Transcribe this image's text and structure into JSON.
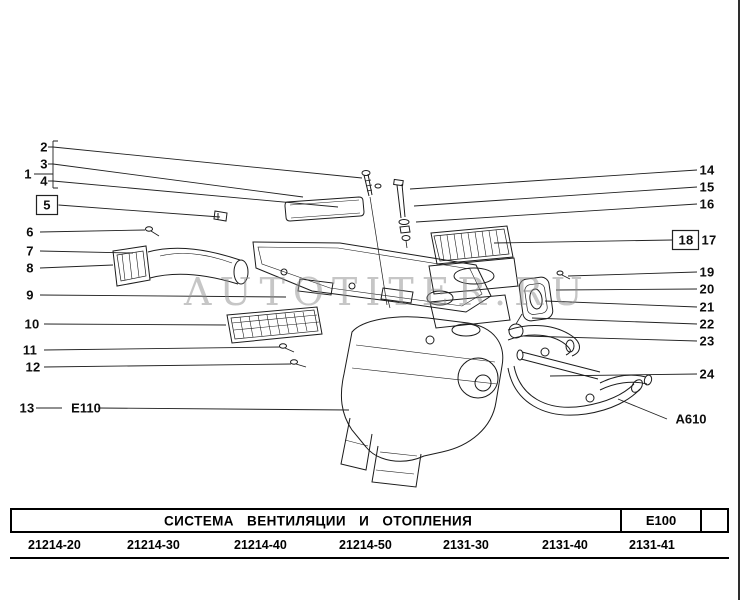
{
  "watermark": "AUTOTITER.RU",
  "callouts": [
    "1",
    "2",
    "3",
    "4",
    "5",
    "6",
    "7",
    "8",
    "9",
    "10",
    "11",
    "12",
    "13",
    "14",
    "15",
    "16",
    "17",
    "18",
    "19",
    "20",
    "21",
    "22",
    "23",
    "24"
  ],
  "labels": {
    "e110": "Е110",
    "a610": "А610"
  },
  "footer": {
    "title": "СИСТЕМА ВЕНТИЛЯЦИИ И ОТОПЛЕНИЯ",
    "code": "Е100",
    "models": [
      "21214-20",
      "21214-30",
      "21214-40",
      "21214-50",
      "2131-30",
      "2131-40",
      "2131-41"
    ]
  }
}
